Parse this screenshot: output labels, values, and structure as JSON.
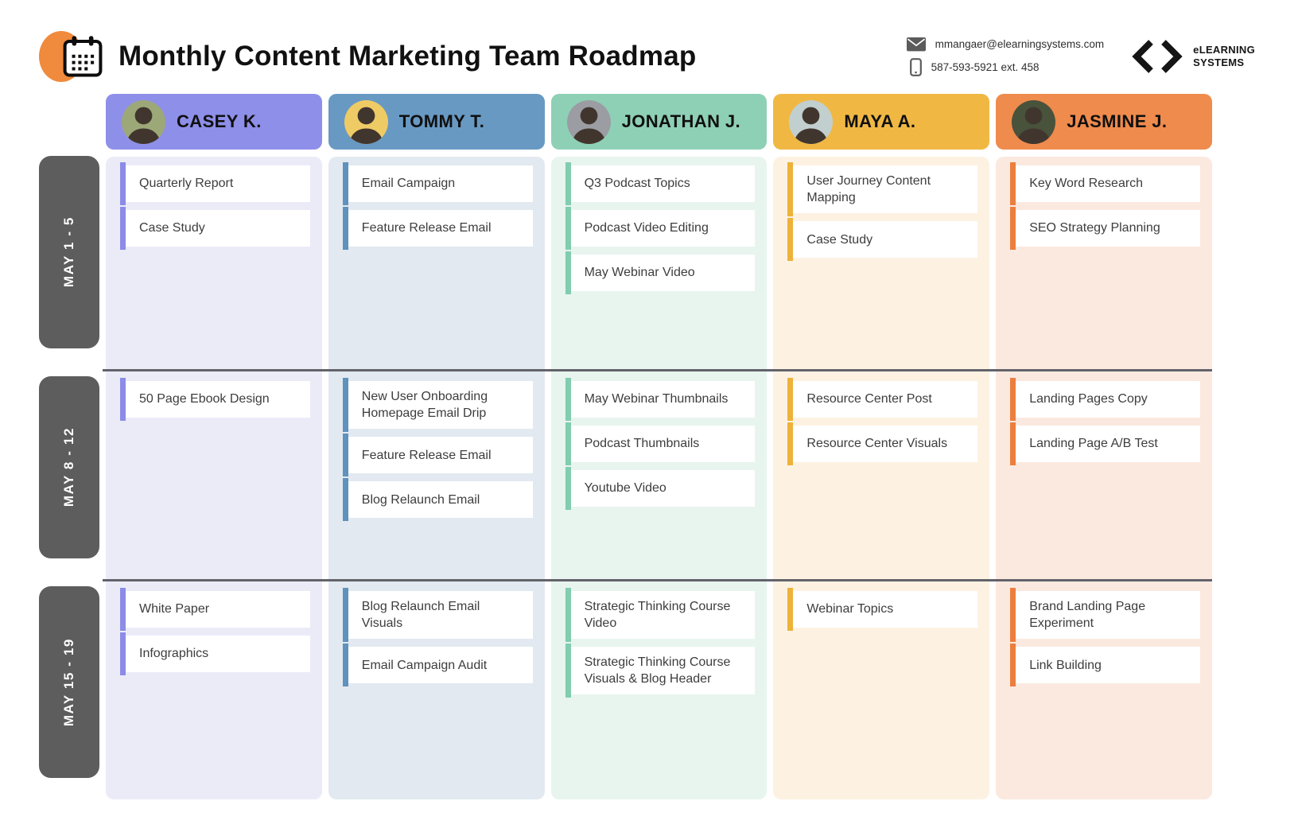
{
  "header": {
    "title": "Monthly Content Marketing Team Roadmap",
    "email": "mmangaer@elearningsystems.com",
    "phone": "587-593-5921 ext. 458",
    "logo_line1": "eLEARNING",
    "logo_line2": "SYSTEMS"
  },
  "colors": {
    "title_icon_blob": "#F08A3C",
    "row_label_bg": "#5D5D5D",
    "divider": "#63636A",
    "card_bg": "#FFFFFF",
    "card_text": "#3D3D3D"
  },
  "columns": [
    {
      "name": "CASEY K.",
      "header_bg": "#8E8FE9",
      "panel_bg": "#EBEBF8",
      "accent": "#8B8CE6",
      "avatar_bg": "#9DA878"
    },
    {
      "name": "TOMMY T.",
      "header_bg": "#6899C2",
      "panel_bg": "#E2E9F0",
      "accent": "#5F92BD",
      "avatar_bg": "#EFCB66"
    },
    {
      "name": "JONATHAN J.",
      "header_bg": "#8ED0B5",
      "panel_bg": "#E7F5EE",
      "accent": "#82CCB0",
      "avatar_bg": "#9B9DA3"
    },
    {
      "name": "MAYA A.",
      "header_bg": "#F0B843",
      "panel_bg": "#FDF2E2",
      "accent": "#EDB23A",
      "avatar_bg": "#C2CFCF"
    },
    {
      "name": "JASMINE J.",
      "header_bg": "#EF8B4D",
      "panel_bg": "#FBE9DF",
      "accent": "#EC7F3F",
      "avatar_bg": "#49523B"
    }
  ],
  "rows": [
    {
      "label": "MAY 1 - 5",
      "tasks": [
        [
          "Quarterly Report",
          "Case Study"
        ],
        [
          "Email Campaign",
          "Feature Release Email"
        ],
        [
          "Q3 Podcast Topics",
          "Podcast Video Editing",
          "May Webinar Video"
        ],
        [
          "User Journey Content Mapping",
          "Case Study"
        ],
        [
          "Key Word Research",
          "SEO Strategy Planning"
        ]
      ]
    },
    {
      "label": "MAY 8 - 12",
      "tasks": [
        [
          "50 Page Ebook Design"
        ],
        [
          "New User Onboarding Homepage Email Drip",
          "Feature Release Email",
          "Blog Relaunch Email"
        ],
        [
          "May Webinar Thumbnails",
          "Podcast Thumbnails",
          "Youtube Video"
        ],
        [
          "Resource Center Post",
          "Resource Center Visuals"
        ],
        [
          "Landing Pages Copy",
          "Landing Page A/B Test"
        ]
      ]
    },
    {
      "label": "MAY 15 - 19",
      "tasks": [
        [
          "White Paper",
          "Infographics"
        ],
        [
          "Blog Relaunch Email Visuals",
          "Email Campaign Audit"
        ],
        [
          "Strategic Thinking Course Video",
          "Strategic Thinking Course Visuals & Blog Header"
        ],
        [
          "Webinar Topics"
        ],
        [
          "Brand Landing Page Experiment",
          "Link Building"
        ]
      ]
    }
  ]
}
